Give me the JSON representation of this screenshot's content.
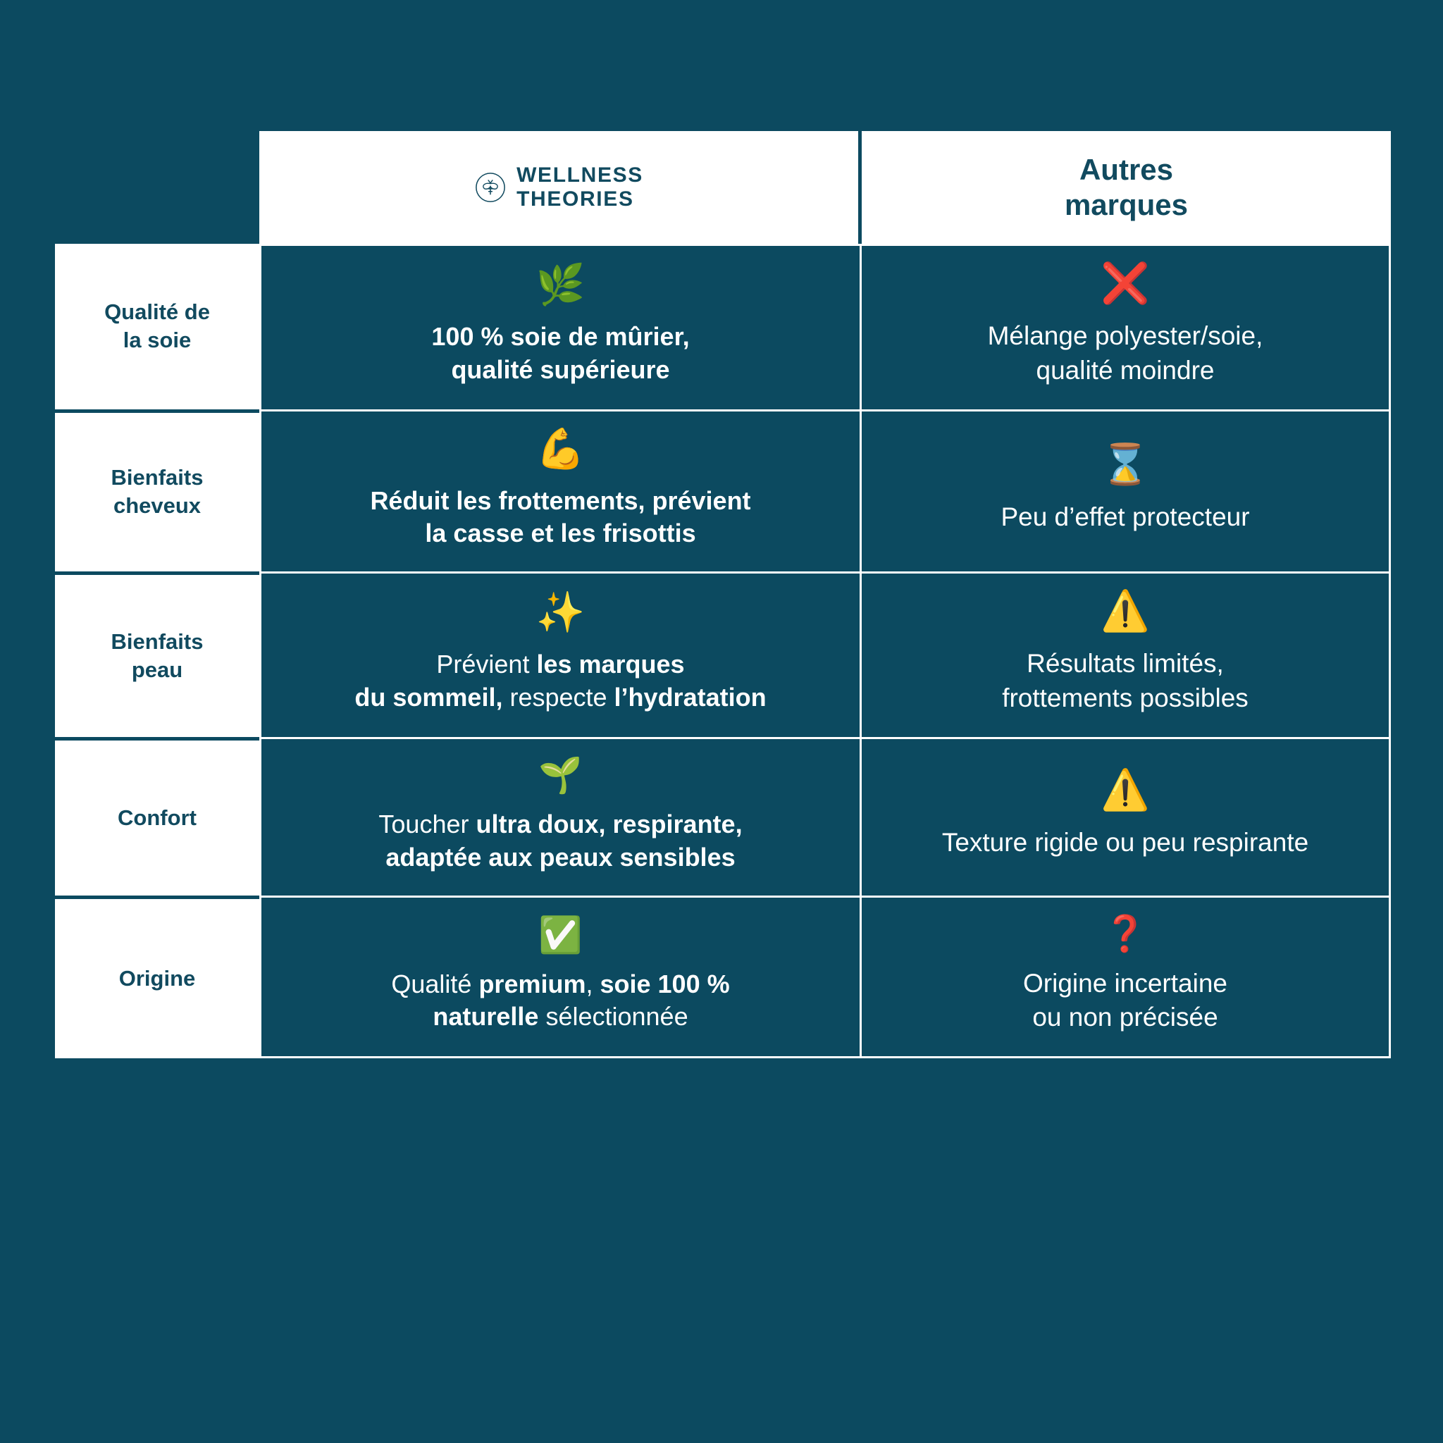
{
  "theme": {
    "background": "#0c4a60",
    "panel": "#ffffff",
    "ink_dark": "#114a5f",
    "ink_light": "#ffffff",
    "accent_red": "#e01b1b",
    "accent_green": "#2fb344",
    "accent_yellow": "#f5c518"
  },
  "header": {
    "brand": {
      "logo_icon": "bee-circle-logo",
      "line1": "WELLNESS",
      "line2": "THEORIES"
    },
    "other": {
      "line1": "Autres",
      "line2": "marques"
    }
  },
  "rows": [
    {
      "label_line1": "Qualité de",
      "label_line2": "la soie",
      "brand": {
        "icon": "herb-leaf-emoji",
        "glyph": "🌿",
        "segments": [
          {
            "text": "100 % soie de mûrier,",
            "bold": true,
            "break_after": true
          },
          {
            "text": "qualité supérieure",
            "bold": true
          }
        ]
      },
      "other": {
        "icon": "red-cross-mark-emoji",
        "glyph": "❌",
        "segments": [
          {
            "text": "Mélange polyester/soie,",
            "bold": false,
            "break_after": true
          },
          {
            "text": "qualité moindre",
            "bold": false
          }
        ]
      }
    },
    {
      "label_line1": "Bienfaits",
      "label_line2": "cheveux",
      "brand": {
        "icon": "flexed-biceps-emoji",
        "glyph": "💪",
        "segments": [
          {
            "text": "Réduit les frottements, prévient",
            "bold": true,
            "break_after": true
          },
          {
            "text": "la casse et les frisottis",
            "bold": true
          }
        ]
      },
      "other": {
        "icon": "hourglass-emoji",
        "glyph": "⌛",
        "segments": [
          {
            "text": "Peu d’effet protecteur",
            "bold": false
          }
        ]
      }
    },
    {
      "label_line1": "Bienfaits",
      "label_line2": "peau",
      "brand": {
        "icon": "sparkles-emoji",
        "glyph": "✨",
        "segments": [
          {
            "text": "Prévient ",
            "bold": false
          },
          {
            "text": "les marques",
            "bold": true,
            "break_after": true
          },
          {
            "text": "du sommeil,",
            "bold": true
          },
          {
            "text": " respecte ",
            "bold": false
          },
          {
            "text": "l’hydratation",
            "bold": true
          }
        ]
      },
      "other": {
        "icon": "warning-triangle-emoji",
        "glyph": "⚠️",
        "segments": [
          {
            "text": "Résultats limités,",
            "bold": false,
            "break_after": true
          },
          {
            "text": "frottements possibles",
            "bold": false
          }
        ]
      }
    },
    {
      "label_line1": "Confort",
      "label_line2": "",
      "brand": {
        "icon": "seedling-emoji",
        "glyph": "🌱",
        "segments": [
          {
            "text": "Toucher ",
            "bold": false
          },
          {
            "text": "ultra doux, respirante,",
            "bold": true,
            "break_after": true
          },
          {
            "text": "adaptée aux peaux sensibles",
            "bold": true
          }
        ]
      },
      "other": {
        "icon": "warning-triangle-emoji",
        "glyph": "⚠️",
        "segments": [
          {
            "text": "Texture rigide ou peu respirante",
            "bold": false
          }
        ]
      }
    },
    {
      "label_line1": "Origine",
      "label_line2": "",
      "brand": {
        "icon": "check-mark-button-emoji",
        "glyph": "✅",
        "segments": [
          {
            "text": "Qualité ",
            "bold": false
          },
          {
            "text": "premium",
            "bold": true
          },
          {
            "text": ", ",
            "bold": false
          },
          {
            "text": "soie 100 %",
            "bold": true,
            "break_after": true
          },
          {
            "text": "naturelle",
            "bold": true
          },
          {
            "text": " sélectionnée",
            "bold": false
          }
        ]
      },
      "other": {
        "icon": "red-question-mark-emoji",
        "glyph": "❓",
        "segments": [
          {
            "text": "Origine incertaine",
            "bold": false,
            "break_after": true
          },
          {
            "text": "ou non précisée",
            "bold": false
          }
        ]
      }
    }
  ]
}
